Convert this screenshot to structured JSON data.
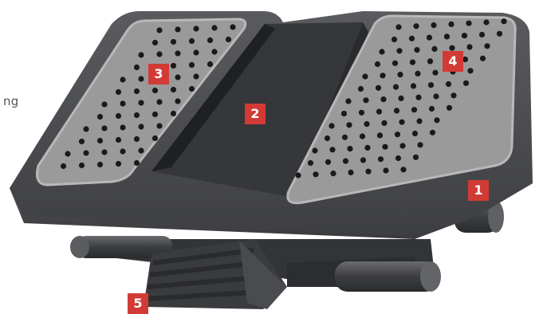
{
  "fragment_text": "ng",
  "colors": {
    "badge": "#d23b35",
    "body": "#4f5053",
    "pad": "#9a9a9a",
    "holes": "#1a1a1a"
  },
  "callouts": [
    {
      "id": "1",
      "label": "1"
    },
    {
      "id": "2",
      "label": "2"
    },
    {
      "id": "3",
      "label": "3"
    },
    {
      "id": "4",
      "label": "4"
    },
    {
      "id": "5",
      "label": "5"
    }
  ]
}
